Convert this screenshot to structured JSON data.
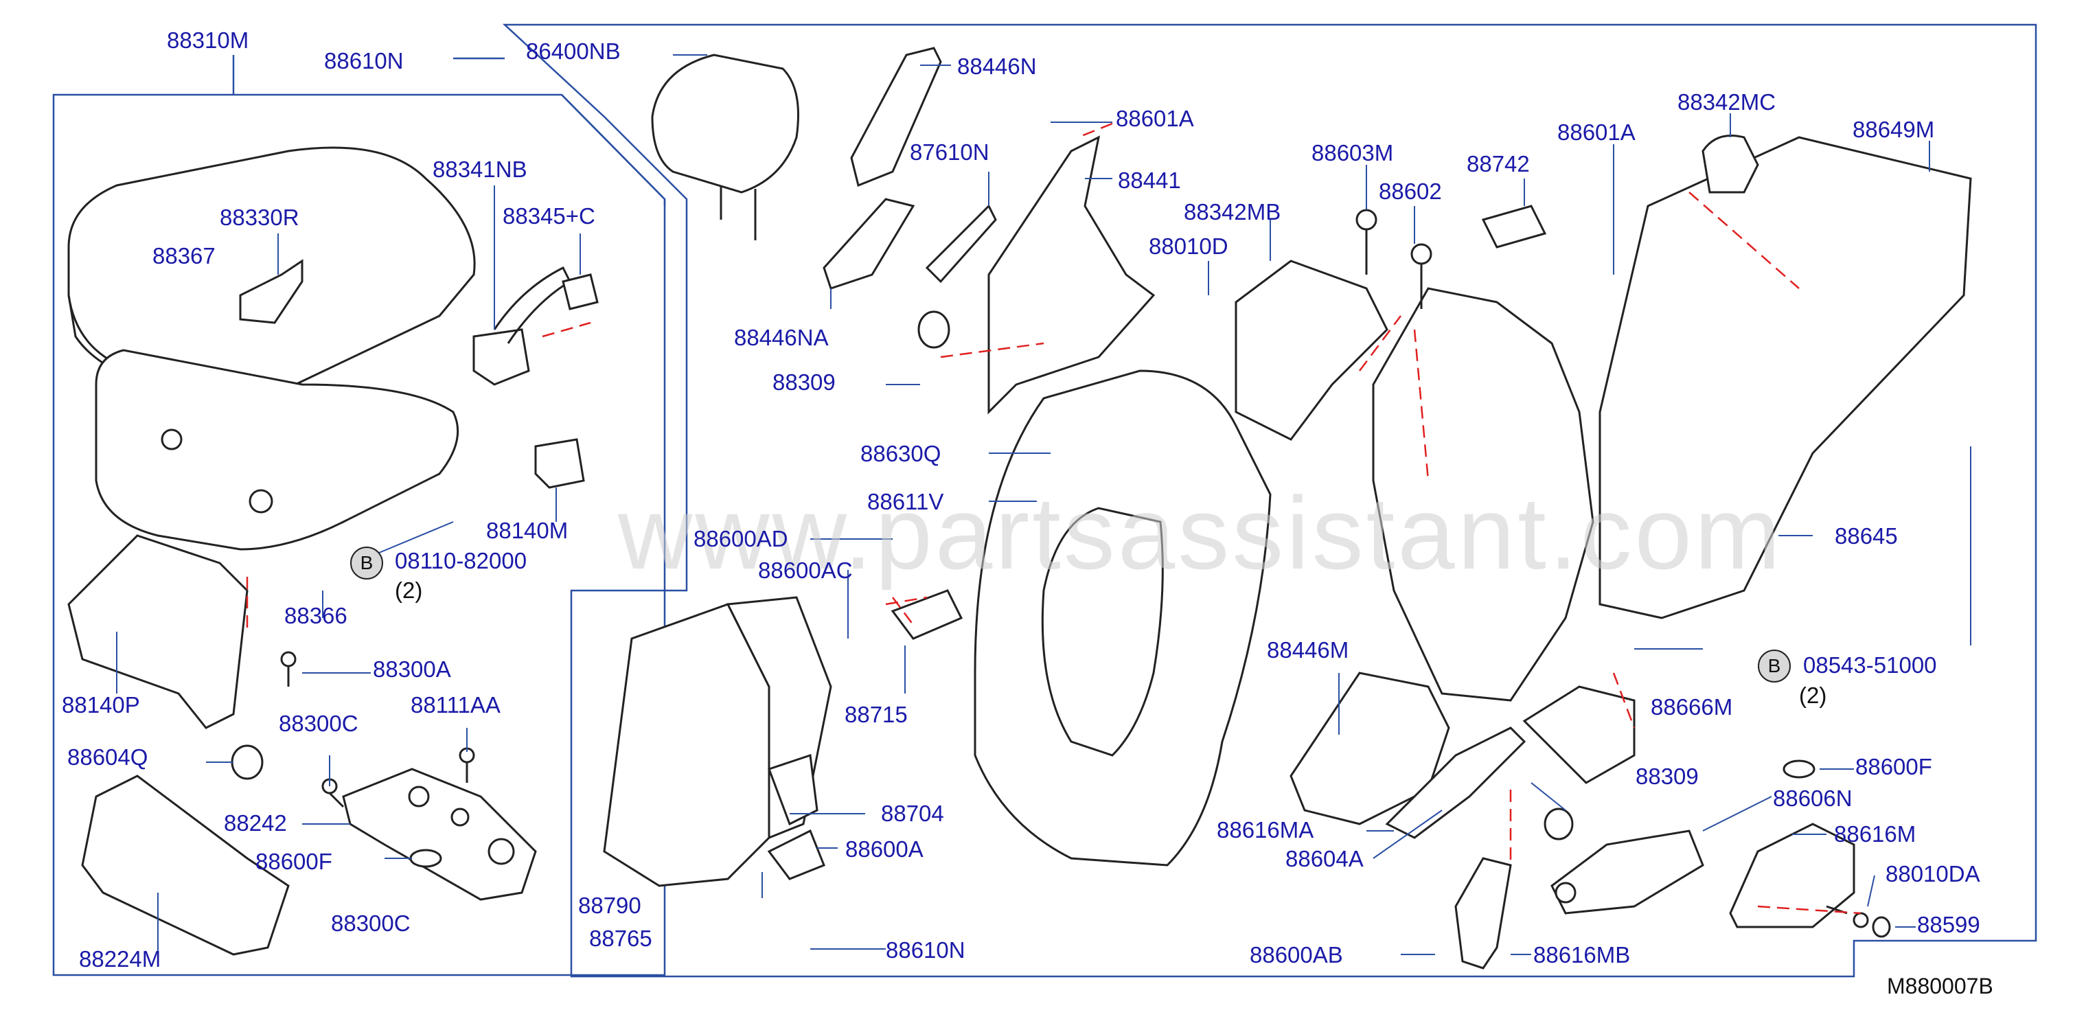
{
  "diagram_id": "M880007B",
  "watermark": "www.partsassistant.com",
  "labels": {
    "p88310M": "88310M",
    "p88610N_top": "88610N",
    "p86400NB": "86400NB",
    "p88446N": "88446N",
    "p88601A_a": "88601A",
    "p87610N": "87610N",
    "p88441": "88441",
    "p88603M": "88603M",
    "p88602": "88602",
    "p88742": "88742",
    "p88342MB": "88342MB",
    "p88010D": "88010D",
    "p88601A_b": "88601A",
    "p88342MC": "88342MC",
    "p88649M": "88649M",
    "p88341NB": "88341NB",
    "p88330R": "88330R",
    "p88345C": "88345+C",
    "p88367": "88367",
    "p88446NA": "88446NA",
    "p88309_a": "88309",
    "p88140M": "88140M",
    "p88630Q": "88630Q",
    "p88611V": "88611V",
    "p88600AD": "88600AD",
    "p88600AC": "88600AC",
    "p08110": "08110-82000",
    "p08110_qty": "(2)",
    "p88366": "88366",
    "p88645": "88645",
    "p88300A": "88300A",
    "p88140P": "88140P",
    "p88446M": "88446M",
    "p08543": "08543-51000",
    "p08543_qty": "(2)",
    "p88715": "88715",
    "p88666M": "88666M",
    "p88300C_a": "88300C",
    "p88111AA": "88111AA",
    "p88604Q": "88604Q",
    "p88309_b": "88309",
    "p88600F_a": "88600F",
    "p88242": "88242",
    "p88704": "88704",
    "p88606N": "88606N",
    "p88616MA": "88616MA",
    "p88616M": "88616M",
    "p88600A": "88600A",
    "p88604A": "88604A",
    "p88600F_b": "88600F",
    "p88010DA": "88010DA",
    "p88790": "88790",
    "p88300C_b": "88300C",
    "p88599": "88599",
    "p88765": "88765",
    "p88224M": "88224M",
    "p88610N_bottom": "88610N",
    "p88600AB": "88600AB",
    "p88616MB": "88616MB"
  },
  "callout_letter": "B",
  "colors": {
    "label": "#1a1aa8",
    "leader": "#2a4fa3",
    "part_line": "#222222",
    "part_fill": "#ffffff",
    "dash": "#e02020",
    "frame": "#2a4fa3"
  }
}
